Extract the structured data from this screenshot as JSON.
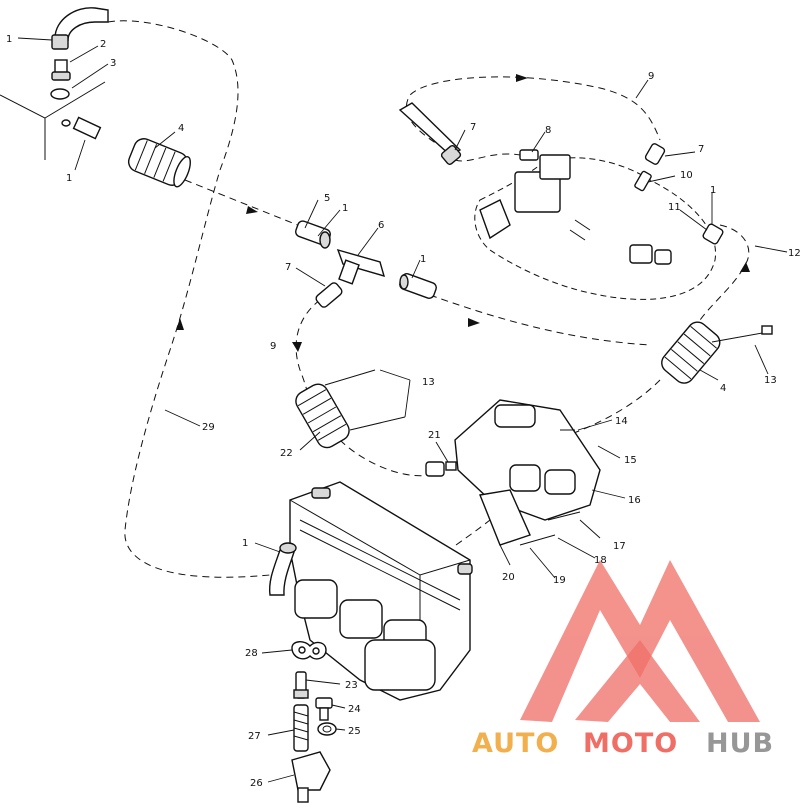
{
  "callouts": [
    {
      "id": "c1a",
      "label": "1"
    },
    {
      "id": "c2",
      "label": "2"
    },
    {
      "id": "c3",
      "label": "3"
    },
    {
      "id": "c4a",
      "label": "4"
    },
    {
      "id": "c1b",
      "label": "1"
    },
    {
      "id": "c5",
      "label": "5"
    },
    {
      "id": "c1c",
      "label": "1"
    },
    {
      "id": "c6",
      "label": "6"
    },
    {
      "id": "c7a",
      "label": "7"
    },
    {
      "id": "c1d",
      "label": "1"
    },
    {
      "id": "c9a",
      "label": "9"
    },
    {
      "id": "c7b",
      "label": "7"
    },
    {
      "id": "c8",
      "label": "8"
    },
    {
      "id": "c7c",
      "label": "7"
    },
    {
      "id": "c10",
      "label": "10"
    },
    {
      "id": "c9b",
      "label": "9"
    },
    {
      "id": "c1e",
      "label": "1"
    },
    {
      "id": "c11",
      "label": "11"
    },
    {
      "id": "c12",
      "label": "12"
    },
    {
      "id": "c4b",
      "label": "4"
    },
    {
      "id": "c13a",
      "label": "13"
    },
    {
      "id": "c13b",
      "label": "13"
    },
    {
      "id": "c29",
      "label": "29"
    },
    {
      "id": "c22",
      "label": "22"
    },
    {
      "id": "c21",
      "label": "21"
    },
    {
      "id": "c14",
      "label": "14"
    },
    {
      "id": "c15",
      "label": "15"
    },
    {
      "id": "c16",
      "label": "16"
    },
    {
      "id": "c17",
      "label": "17"
    },
    {
      "id": "c18",
      "label": "18"
    },
    {
      "id": "c19",
      "label": "19"
    },
    {
      "id": "c20",
      "label": "20"
    },
    {
      "id": "c1f",
      "label": "1"
    },
    {
      "id": "c28",
      "label": "28"
    },
    {
      "id": "c23",
      "label": "23"
    },
    {
      "id": "c24",
      "label": "24"
    },
    {
      "id": "c27",
      "label": "27"
    },
    {
      "id": "c25",
      "label": "25"
    },
    {
      "id": "c26",
      "label": "26"
    }
  ],
  "watermark": {
    "word_auto": "AUTO",
    "word_moto": "MOTO",
    "word_hub": "HUB",
    "color_auto": "#f0a73a",
    "color_moto": "#ee5f55",
    "color_hub": "#8c8c8c"
  }
}
